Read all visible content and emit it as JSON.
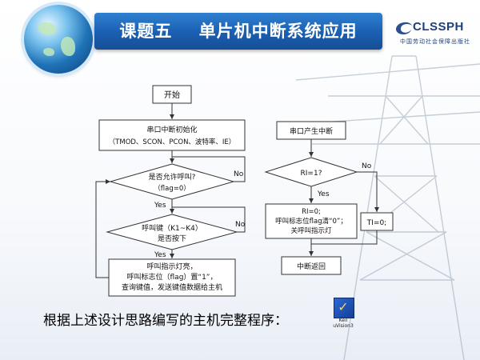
{
  "header": {
    "title": "课题五    单片机中断系统应用",
    "logo_text": "CLSSPH",
    "logo_subtext": "中国劳动社会保障出版社"
  },
  "flowchart_main": {
    "start": "开始",
    "init_line1": "串口中断初始化",
    "init_line2": "（TMOD、SCON、PCON、波特率、IE）",
    "decision_call_line1": "是否允许呼叫?",
    "decision_call_line2": "（flag=0）",
    "decision_key_line1": "呼叫键（K1~K4）",
    "decision_key_line2": "是否按下",
    "action_line1": "呼叫指示灯亮，",
    "action_line2": "呼叫标志位（flag）置“1”，",
    "action_line3": "查询键值，发送键值数据给主机",
    "yes1": "Yes",
    "no1": "No",
    "yes2": "Yes",
    "no2": "No"
  },
  "flowchart_isr": {
    "start": "串口产生中断",
    "decision": "RI=1?",
    "yes": "Yes",
    "no": "No",
    "action_line1": "RI=0;",
    "action_line2": "呼叫标志位flag清“0”；",
    "action_line3": "关呼叫指示灯",
    "ti_box": "TI=0;",
    "end": "中断返回"
  },
  "caption": "根据上述设计思路编写的主机完整程序：",
  "attachment": {
    "icon": "keil-project-icon",
    "label_line1": "Keil",
    "label_line2": "uVision3"
  },
  "colors": {
    "title_bar": "#1a5fb1",
    "logo_text": "#1f3f78"
  }
}
